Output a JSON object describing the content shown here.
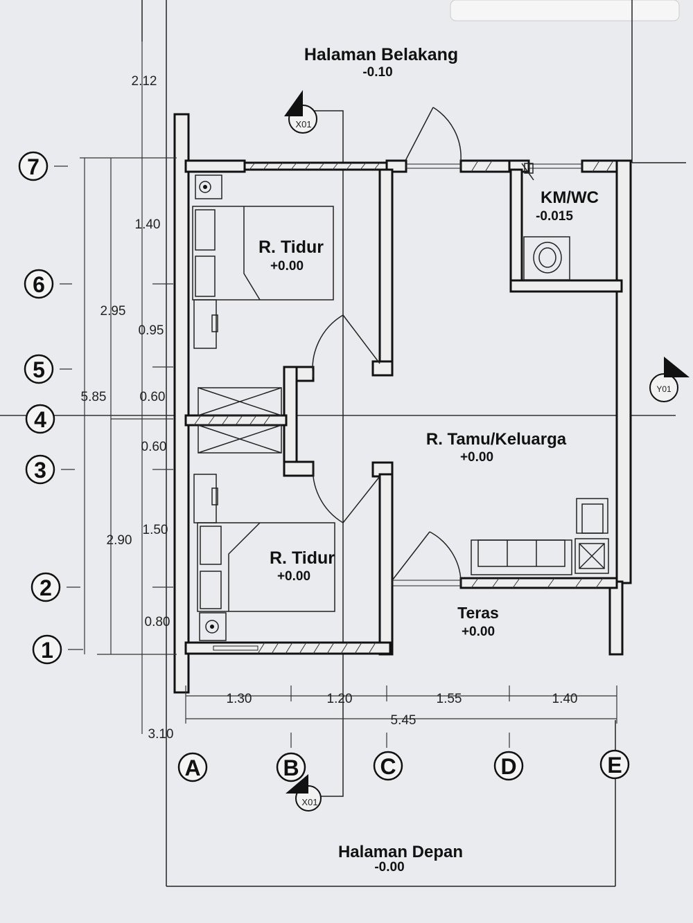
{
  "spaces": {
    "rear_yard": {
      "name": "Halaman Belakang",
      "level": "-0.10"
    },
    "bedroom_top": {
      "name": "R. Tidur",
      "level": "+0.00"
    },
    "bathroom": {
      "name": "KM/WC",
      "level": "-0.015"
    },
    "living": {
      "name": "R. Tamu/Keluarga",
      "level": "+0.00"
    },
    "bedroom_bottom": {
      "name": "R. Tidur",
      "level": "+0.00"
    },
    "terrace": {
      "name": "Teras",
      "level": "+0.00"
    },
    "front_yard": {
      "name": "Halaman Depan",
      "level": "-0.00"
    }
  },
  "section_markers": {
    "x": "X01",
    "y": "Y01"
  },
  "grid_rows": [
    "7",
    "6",
    "5",
    "4",
    "3",
    "2",
    "1"
  ],
  "grid_cols": [
    "A",
    "B",
    "C",
    "D",
    "E"
  ],
  "dimensions": {
    "left_segments": [
      "1.40",
      "0.95",
      "0.60",
      "0.60",
      "1.50",
      "0.80"
    ],
    "left_groups": [
      "2.95",
      "2.90"
    ],
    "left_total": "5.85",
    "rear_depth": "2.12",
    "front_depth": "3.10",
    "bottom_segments": [
      "1.30",
      "1.20",
      "1.55",
      "1.40"
    ],
    "bottom_total": "5.45"
  },
  "colors": {
    "paper": "#e9ebee",
    "line": "#111111",
    "wall_fill": "#eeeeee"
  }
}
